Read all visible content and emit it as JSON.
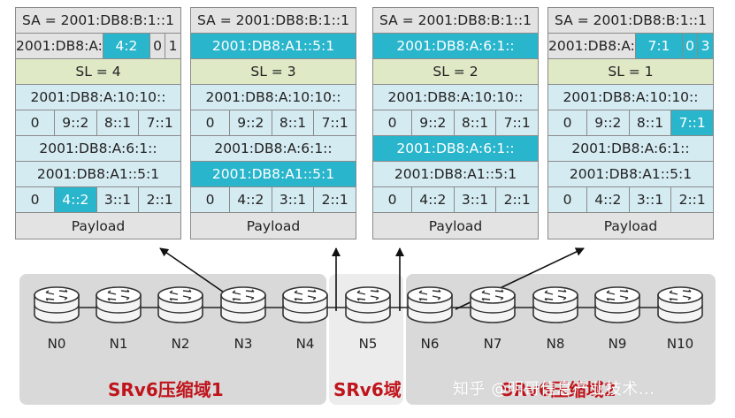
{
  "packets": [
    {
      "sa": "SA = 2001:DB8:B:1::1",
      "da_prefix": "2001:DB8:A:",
      "da_sid": "4:2",
      "da_f1": "0",
      "da_f2": "1",
      "sl": "SL = 4",
      "seg1": "2001:DB8:A:10:10::",
      "row1": [
        "0",
        "9::2",
        "8::1",
        "7::1"
      ],
      "seg3": "2001:DB8:A:6:1::",
      "seg4": "2001:DB8:A1::5:1",
      "row2": [
        "0",
        "4::2",
        "3::1",
        "2::1"
      ],
      "payload": "Payload"
    },
    {
      "sa": "SA = 2001:DB8:B:1::1",
      "da": "2001:DB8:A1::5:1",
      "sl": "SL = 3",
      "seg1": "2001:DB8:A:10:10::",
      "row1": [
        "0",
        "9::2",
        "8::1",
        "7::1"
      ],
      "seg3": "2001:DB8:A:6:1::",
      "seg4": "2001:DB8:A1::5:1",
      "row2": [
        "0",
        "4::2",
        "3::1",
        "2::1"
      ],
      "payload": "Payload"
    },
    {
      "sa": "SA = 2001:DB8:B:1::1",
      "da": "2001:DB8:A:6:1::",
      "sl": "SL = 2",
      "seg1": "2001:DB8:A:10:10::",
      "row1": [
        "0",
        "9::2",
        "8::1",
        "7::1"
      ],
      "seg3": "2001:DB8:A:6:1::",
      "seg4": "2001:DB8:A1::5:1",
      "row2": [
        "0",
        "4::2",
        "3::1",
        "2::1"
      ],
      "payload": "Payload"
    },
    {
      "sa": "SA = 2001:DB8:B:1::1",
      "da_prefix": "2001:DB8:A:",
      "da_sid": "7:1",
      "da_f1": "0",
      "da_f2": "3",
      "sl": "SL = 1",
      "seg1": "2001:DB8:A:10:10::",
      "row1": [
        "0",
        "9::2",
        "8::1",
        "7::1"
      ],
      "seg3": "2001:DB8:A:6:1::",
      "seg4": "2001:DB8:A1::5:1",
      "row2": [
        "0",
        "4::2",
        "3::1",
        "2::1"
      ],
      "payload": "Payload"
    }
  ],
  "nodes": [
    "N0",
    "N1",
    "N2",
    "N3",
    "N4",
    "N5",
    "N6",
    "N7",
    "N8",
    "N9",
    "N10"
  ],
  "domains": {
    "d1": "SRv6压缩域1",
    "d2": "SRv6域",
    "d3": "SRv6压缩域2"
  },
  "watermark": "知乎 @明哥信息产业技术...",
  "colors": {
    "highlight": "#29b5cc",
    "sa_bg": "#e3e3e3",
    "sl_bg": "#dfe9c5",
    "seg_bg": "#d5ebf2",
    "domain_label": "#c0141c"
  }
}
